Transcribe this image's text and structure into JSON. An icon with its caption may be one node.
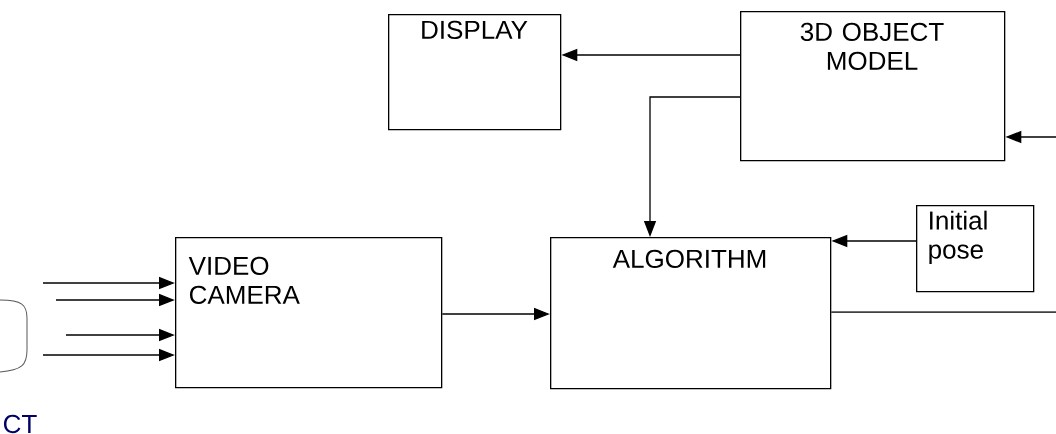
{
  "diagram": {
    "nodes": [
      {
        "text": [
          "DISPLAY"
        ]
      },
      {
        "text": [
          "3D OBJECT MODEL"
        ]
      },
      {
        "text": [
          "VIDEO CAMERA"
        ]
      },
      {
        "text": [
          "ALGORITHM"
        ]
      },
      {
        "text": [
          "Initial pose"
        ]
      }
    ],
    "edges": [
      {
        "from": 1,
        "to": 0,
        "arrow": "to"
      },
      {
        "from": 1,
        "to": 3,
        "arrow": "to"
      },
      {
        "from": 4,
        "to": 3,
        "arrow": "to"
      },
      {
        "from": 2,
        "to": 3,
        "arrow": "to"
      },
      {
        "from": null,
        "to": 1,
        "arrow": "to"
      },
      {
        "from": 3,
        "to": null,
        "arrow": "none"
      },
      {
        "from": null,
        "to": 2,
        "arrow": "to"
      },
      {
        "from": null,
        "to": 2,
        "arrow": "to"
      },
      {
        "from": null,
        "to": 2,
        "arrow": "to"
      },
      {
        "from": null,
        "to": 2,
        "arrow": "to"
      }
    ],
    "labels": [
      "CT"
    ]
  }
}
